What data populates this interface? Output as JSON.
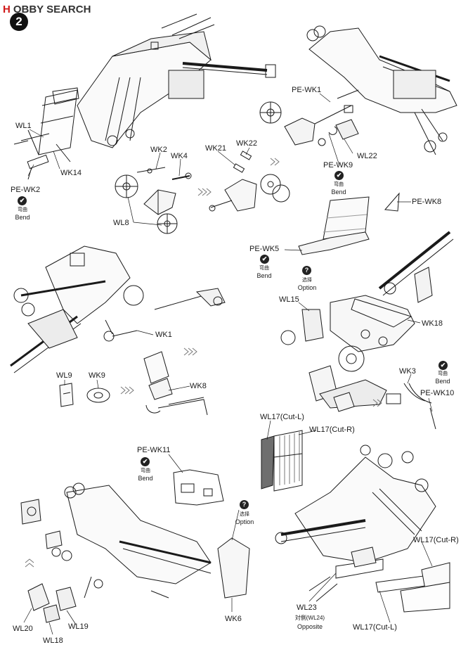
{
  "header": {
    "logo_h": "H",
    "logo_text": "OBBY SEARCH",
    "step_number": "2"
  },
  "labels": {
    "wl1": "WL1",
    "wk14": "WK14",
    "pe_wk2": "PE-WK2",
    "wk2": "WK2",
    "wk4": "WK4",
    "wk21": "WK21",
    "wk22": "WK22",
    "wl8": "WL8",
    "pe_wk1": "PE-WK1",
    "wl22": "WL22",
    "pe_wk9": "PE-WK9",
    "pe_wk8": "PE-WK8",
    "pe_wk5": "PE-WK5",
    "wl15": "WL15",
    "wk18": "WK18",
    "wk1": "WK1",
    "wl9": "WL9",
    "wk9": "WK9",
    "wk8": "WK8",
    "wk3": "WK3",
    "pe_wk10": "PE-WK10",
    "wl17_cut_l_top": "WL17(Cut-L)",
    "wl17_cut_r_top": "WL17(Cut-R)",
    "pe_wk11": "PE-WK11",
    "wl17_cut_r_bottom": "WL17(Cut-R)",
    "wl23": "WL23",
    "wl24_cn": "対側(WL24)",
    "opposite": "Opposite",
    "wl17_cut_l_bottom": "WL17(Cut-L)",
    "wk6": "WK6",
    "wl20": "WL20",
    "wl19": "WL19",
    "wl18": "WL18"
  },
  "notes": {
    "bend_cn": "弯曲",
    "bend_en": "Bend",
    "option_cn": "选择",
    "option_en": "Option",
    "bend_icon": "✔",
    "option_icon": "?"
  },
  "colors": {
    "ink": "#1a1a1a",
    "logo_red": "#d01818",
    "part_fill": "#6e6e6e"
  }
}
